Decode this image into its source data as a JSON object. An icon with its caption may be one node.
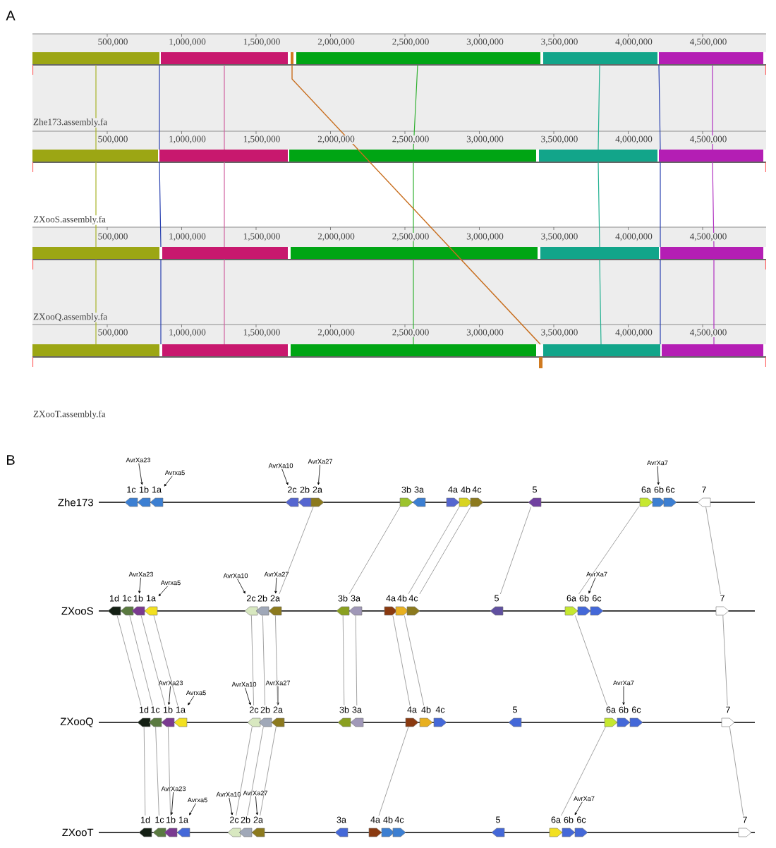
{
  "diagram": {
    "nodes": [
      {
        "text": [
          "1c"
        ]
      },
      {
        "text": [
          "1b"
        ]
      },
      {
        "text": [
          "1a"
        ]
      },
      {
        "text": [
          "2c"
        ]
      },
      {
        "text": [
          "2b"
        ]
      },
      {
        "text": [
          "2a"
        ]
      },
      {
        "text": [
          "3b"
        ]
      },
      {
        "text": [
          "3a"
        ]
      },
      {
        "text": [
          "4a"
        ]
      },
      {
        "text": [
          "4b"
        ]
      },
      {
        "text": [
          "4c"
        ]
      },
      {
        "text": [
          "5"
        ]
      },
      {
        "text": [
          "6a"
        ]
      },
      {
        "text": [
          "6b"
        ]
      },
      {
        "text": [
          "6c"
        ]
      },
      {
        "text": [
          "7"
        ]
      },
      {
        "text": [
          "AvrXa23"
        ]
      },
      {
        "text": [
          "Avrxa5"
        ]
      },
      {
        "text": [
          "AvrXa10"
        ]
      },
      {
        "text": [
          "AvrXa27"
        ]
      },
      {
        "text": [
          "AvrXa7"
        ]
      },
      {
        "text": [
          "1d"
        ]
      },
      {
        "text": [
          "1c"
        ]
      },
      {
        "text": [
          "1b"
        ]
      },
      {
        "text": [
          "1a"
        ]
      },
      {
        "text": [
          "2c"
        ]
      },
      {
        "text": [
          "2b"
        ]
      },
      {
        "text": [
          "2a"
        ]
      },
      {
        "text": [
          "3b"
        ]
      },
      {
        "text": [
          "3a"
        ]
      },
      {
        "text": [
          "4a"
        ]
      },
      {
        "text": [
          "4b"
        ]
      },
      {
        "text": [
          "4c"
        ]
      },
      {
        "text": [
          "5"
        ]
      },
      {
        "text": [
          "6a"
        ]
      },
      {
        "text": [
          "6b"
        ]
      },
      {
        "text": [
          "6c"
        ]
      },
      {
        "text": [
          "7"
        ]
      },
      {
        "text": [
          "AvrXa23"
        ]
      },
      {
        "text": [
          "Avrxa5"
        ]
      },
      {
        "text": [
          "AvrXa10"
        ]
      },
      {
        "text": [
          "AvrXa27"
        ]
      },
      {
        "text": [
          "AvrXa7"
        ]
      },
      {
        "text": [
          "1d"
        ]
      },
      {
        "text": [
          "1c"
        ]
      },
      {
        "text": [
          "1b"
        ]
      },
      {
        "text": [
          "1a"
        ]
      },
      {
        "text": [
          "2c"
        ]
      },
      {
        "text": [
          "2b"
        ]
      },
      {
        "text": [
          "2a"
        ]
      },
      {
        "text": [
          "3b"
        ]
      },
      {
        "text": [
          "3a"
        ]
      },
      {
        "text": [
          "4a"
        ]
      },
      {
        "text": [
          "4b"
        ]
      },
      {
        "text": [
          "4c"
        ]
      },
      {
        "text": [
          "5"
        ]
      },
      {
        "text": [
          "6a"
        ]
      },
      {
        "text": [
          "6b"
        ]
      },
      {
        "text": [
          "6c"
        ]
      },
      {
        "text": [
          "7"
        ]
      },
      {
        "text": [
          "AvrXa23"
        ]
      },
      {
        "text": [
          "Avrxa5"
        ]
      },
      {
        "text": [
          "AvrXa10"
        ]
      },
      {
        "text": [
          "AvrXa27"
        ]
      },
      {
        "text": [
          "AvrXa7"
        ]
      },
      {
        "text": [
          "1d"
        ]
      },
      {
        "text": [
          "1c"
        ]
      },
      {
        "text": [
          "1b"
        ]
      },
      {
        "text": [
          "1a"
        ]
      },
      {
        "text": [
          "2c"
        ]
      },
      {
        "text": [
          "2b"
        ]
      },
      {
        "text": [
          "2a"
        ]
      },
      {
        "text": [
          "3a"
        ]
      },
      {
        "text": [
          "4a"
        ]
      },
      {
        "text": [
          "4b"
        ]
      },
      {
        "text": [
          "4c"
        ]
      },
      {
        "text": [
          "5"
        ]
      },
      {
        "text": [
          "6a"
        ]
      },
      {
        "text": [
          "6b"
        ]
      },
      {
        "text": [
          "6c"
        ]
      },
      {
        "text": [
          "7"
        ]
      },
      {
        "text": [
          "AvrXa23"
        ]
      },
      {
        "text": [
          "Avrxa5"
        ]
      },
      {
        "text": [
          "AvrXa10"
        ]
      },
      {
        "text": [
          "AvrXa27"
        ]
      },
      {
        "text": [
          "AvrXa7"
        ]
      }
    ],
    "edges": [
      {
        "from": 16,
        "to": 1,
        "arrow": "to",
        "color": "#000000"
      },
      {
        "from": 17,
        "to": 2,
        "arrow": "to",
        "color": "#000000"
      },
      {
        "from": 18,
        "to": 3,
        "arrow": "to",
        "color": "#000000"
      },
      {
        "from": 19,
        "to": 5,
        "arrow": "to",
        "color": "#000000"
      },
      {
        "from": 20,
        "to": 13,
        "arrow": "to",
        "color": "#000000"
      },
      {
        "from": 38,
        "to": 23,
        "arrow": "to",
        "color": "#000000"
      },
      {
        "from": 39,
        "to": 24,
        "arrow": "to",
        "color": "#000000"
      },
      {
        "from": 40,
        "to": 25,
        "arrow": "to",
        "color": "#000000"
      },
      {
        "from": 41,
        "to": 27,
        "arrow": "to",
        "color": "#000000"
      },
      {
        "from": 42,
        "to": 35,
        "arrow": "to",
        "color": "#000000"
      },
      {
        "from": 60,
        "to": 45,
        "arrow": "to",
        "color": "#000000"
      },
      {
        "from": 61,
        "to": 46,
        "arrow": "to",
        "color": "#000000"
      },
      {
        "from": 62,
        "to": 47,
        "arrow": "to",
        "color": "#000000"
      },
      {
        "from": 63,
        "to": 49,
        "arrow": "to",
        "color": "#000000"
      },
      {
        "from": 64,
        "to": 57,
        "arrow": "to",
        "color": "#000000"
      },
      {
        "from": 81,
        "to": 67,
        "arrow": "to",
        "color": "#000000"
      },
      {
        "from": 82,
        "to": 68,
        "arrow": "to",
        "color": "#000000"
      },
      {
        "from": 83,
        "to": 69,
        "arrow": "to",
        "color": "#000000"
      },
      {
        "from": 84,
        "to": 71,
        "arrow": "to",
        "color": "#000000"
      },
      {
        "from": 85,
        "to": 78,
        "arrow": "to",
        "color": "#000000"
      },
      {
        "from": 5,
        "to": 27,
        "arrow": "none"
      },
      {
        "from": 6,
        "to": 28,
        "arrow": "none"
      },
      {
        "from": 9,
        "to": 31,
        "arrow": "none"
      },
      {
        "from": 10,
        "to": 32,
        "arrow": "none"
      },
      {
        "from": 11,
        "to": 33,
        "arrow": "none"
      },
      {
        "from": 12,
        "to": 34,
        "arrow": "none"
      },
      {
        "from": 15,
        "to": 37,
        "arrow": "none"
      },
      {
        "from": 21,
        "to": 43,
        "arrow": "none"
      },
      {
        "from": 22,
        "to": 44,
        "arrow": "none"
      },
      {
        "from": 23,
        "to": 45,
        "arrow": "none"
      },
      {
        "from": 24,
        "to": 46,
        "arrow": "none"
      },
      {
        "from": 25,
        "to": 47,
        "arrow": "none"
      },
      {
        "from": 26,
        "to": 48,
        "arrow": "none"
      },
      {
        "from": 27,
        "to": 49,
        "arrow": "none"
      },
      {
        "from": 28,
        "to": 50,
        "arrow": "none"
      },
      {
        "from": 29,
        "to": 51,
        "arrow": "none"
      },
      {
        "from": 30,
        "to": 52,
        "arrow": "none"
      },
      {
        "from": 31,
        "to": 53,
        "arrow": "none"
      },
      {
        "from": 34,
        "to": 56,
        "arrow": "none"
      },
      {
        "from": 37,
        "to": 59,
        "arrow": "none"
      },
      {
        "from": 43,
        "to": 65,
        "arrow": "none"
      },
      {
        "from": 44,
        "to": 66,
        "arrow": "none"
      },
      {
        "from": 45,
        "to": 67,
        "arrow": "none"
      },
      {
        "from": 47,
        "to": 69,
        "arrow": "none"
      },
      {
        "from": 48,
        "to": 70,
        "arrow": "none"
      },
      {
        "from": 49,
        "to": 71,
        "arrow": "none"
      },
      {
        "from": 52,
        "to": 73,
        "arrow": "none"
      },
      {
        "from": 56,
        "to": 77,
        "arrow": "none"
      },
      {
        "from": 59,
        "to": 80,
        "arrow": "none"
      }
    ],
    "labels": [
      "A",
      "500,000",
      "1,000,000",
      "1,500,000",
      "2,000,000",
      "2,500,000",
      "3,000,000",
      "3,500,000",
      "4,000,000",
      "4,500,000",
      "Zhe173.assembly.fa",
      "500,000",
      "1,000,000",
      "1,500,000",
      "2,000,000",
      "2,500,000",
      "3,000,000",
      "3,500,000",
      "4,000,000",
      "4,500,000",
      "ZXooS.assembly.fa",
      "500,000",
      "1,000,000",
      "1,500,000",
      "2,000,000",
      "2,500,000",
      "3,000,000",
      "3,500,000",
      "4,000,000",
      "4,500,000",
      "ZXooQ.assembly.fa",
      "500,000",
      "1,000,000",
      "1,500,000",
      "2,000,000",
      "2,500,000",
      "3,000,000",
      "3,500,000",
      "4,000,000",
      "4,500,000",
      "ZXooT.assembly.fa",
      "B",
      "Zhe173",
      "ZXooS",
      "ZXooQ",
      "ZXooT"
    ]
  }
}
